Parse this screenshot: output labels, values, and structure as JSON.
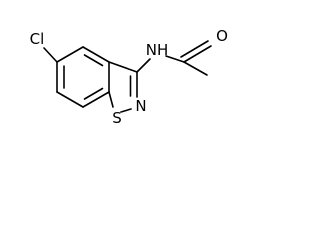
{
  "molecule": {
    "atoms": {
      "cl": "Cl",
      "nh": "NH",
      "o": "O",
      "s": "S",
      "n": "N"
    }
  }
}
